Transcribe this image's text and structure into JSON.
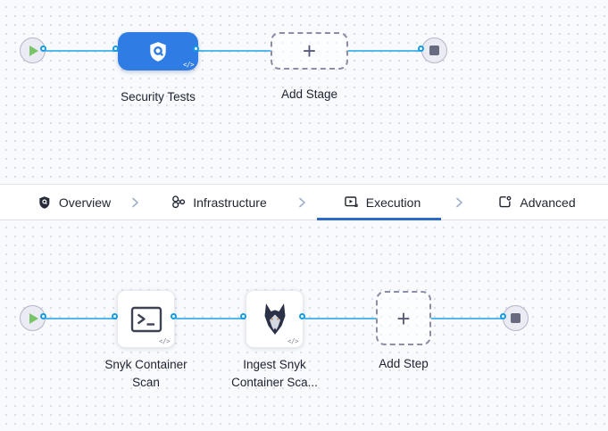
{
  "stage_canvas": {
    "stage_label": "Security Tests",
    "add_stage_label": "Add Stage"
  },
  "tab_bar": {
    "active_tab": "Execution",
    "tabs": [
      {
        "label": "Overview",
        "icon": "shield-icon"
      },
      {
        "label": "Infrastructure",
        "icon": "nodes-icon"
      },
      {
        "label": "Execution",
        "icon": "play-box-icon"
      },
      {
        "label": "Advanced",
        "icon": "file-gear-icon"
      }
    ]
  },
  "step_canvas": {
    "steps": [
      {
        "name": "Snyk Container Scan",
        "icon": "terminal-icon",
        "label_lines": [
          "Snyk Container",
          "Scan"
        ]
      },
      {
        "name": "Ingest Snyk Container Scan",
        "icon": "snyk-doberman-icon",
        "label_lines": [
          "Ingest Snyk",
          "Container Sca..."
        ]
      }
    ],
    "add_step_label": "Add Step"
  },
  "icons": {
    "code_badge": "</>",
    "plus_glyph": "+"
  },
  "colors": {
    "stage_node_blue": "#2e7ce4",
    "edge_blue": "#55b7ea",
    "connector_ring_blue": "#169be2",
    "active_tab_underline": "#2b6ac6",
    "play_green": "#79c468",
    "canvas_background": "#f8fafd"
  }
}
